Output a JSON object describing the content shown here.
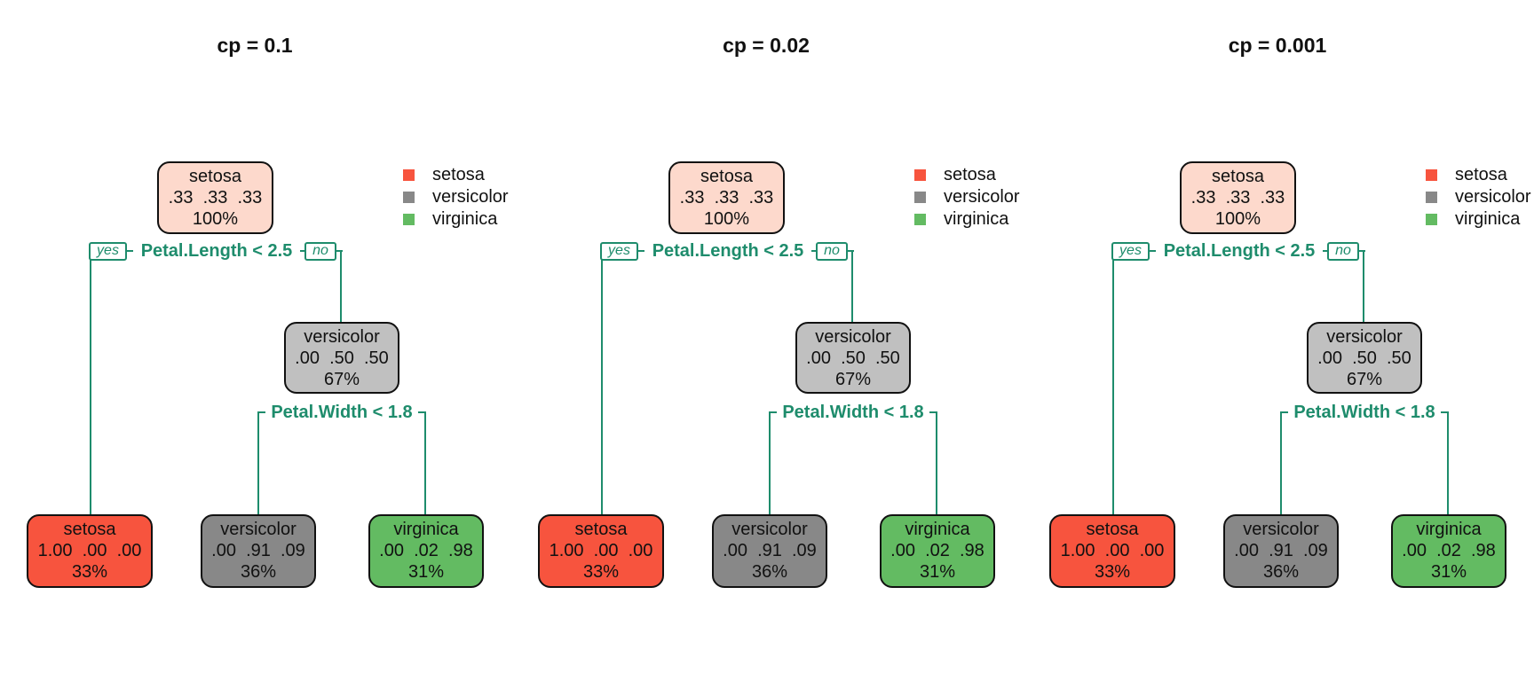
{
  "figure": {
    "colors": {
      "setosa": "#f7543e",
      "versicolor": "#888888",
      "virginica": "#63bb62",
      "root_fill": "#fdd9cc",
      "inner_versicolor_fill": "#c0c0c0",
      "branch_line": "#1e8c6c"
    },
    "legend": [
      {
        "label": "setosa",
        "color": "#f7543e"
      },
      {
        "label": "versicolor",
        "color": "#888888"
      },
      {
        "label": "virginica",
        "color": "#63bb62"
      }
    ],
    "panels": [
      {
        "title": "cp = 0.1",
        "root": {
          "class": "setosa",
          "probs": ".33  .33  .33",
          "pct": "100%"
        },
        "split1": {
          "label": "Petal.Length < 2.5",
          "yes": "yes",
          "no": "no"
        },
        "inner": {
          "class": "versicolor",
          "probs": ".00  .50  .50",
          "pct": "67%"
        },
        "split2": {
          "label": "Petal.Width < 1.8"
        },
        "leaves": [
          {
            "class": "setosa",
            "probs": "1.00  .00  .00",
            "pct": "33%"
          },
          {
            "class": "versicolor",
            "probs": ".00  .91  .09",
            "pct": "36%"
          },
          {
            "class": "virginica",
            "probs": ".00  .02  .98",
            "pct": "31%"
          }
        ]
      },
      {
        "title": "cp = 0.02",
        "root": {
          "class": "setosa",
          "probs": ".33  .33  .33",
          "pct": "100%"
        },
        "split1": {
          "label": "Petal.Length < 2.5",
          "yes": "yes",
          "no": "no"
        },
        "inner": {
          "class": "versicolor",
          "probs": ".00  .50  .50",
          "pct": "67%"
        },
        "split2": {
          "label": "Petal.Width < 1.8"
        },
        "leaves": [
          {
            "class": "setosa",
            "probs": "1.00  .00  .00",
            "pct": "33%"
          },
          {
            "class": "versicolor",
            "probs": ".00  .91  .09",
            "pct": "36%"
          },
          {
            "class": "virginica",
            "probs": ".00  .02  .98",
            "pct": "31%"
          }
        ]
      },
      {
        "title": "cp = 0.001",
        "root": {
          "class": "setosa",
          "probs": ".33  .33  .33",
          "pct": "100%"
        },
        "split1": {
          "label": "Petal.Length < 2.5",
          "yes": "yes",
          "no": "no"
        },
        "inner": {
          "class": "versicolor",
          "probs": ".00  .50  .50",
          "pct": "67%"
        },
        "split2": {
          "label": "Petal.Width < 1.8"
        },
        "leaves": [
          {
            "class": "setosa",
            "probs": "1.00  .00  .00",
            "pct": "33%"
          },
          {
            "class": "versicolor",
            "probs": ".00  .91  .09",
            "pct": "36%"
          },
          {
            "class": "virginica",
            "probs": ".00  .02  .98",
            "pct": "31%"
          }
        ]
      }
    ]
  }
}
